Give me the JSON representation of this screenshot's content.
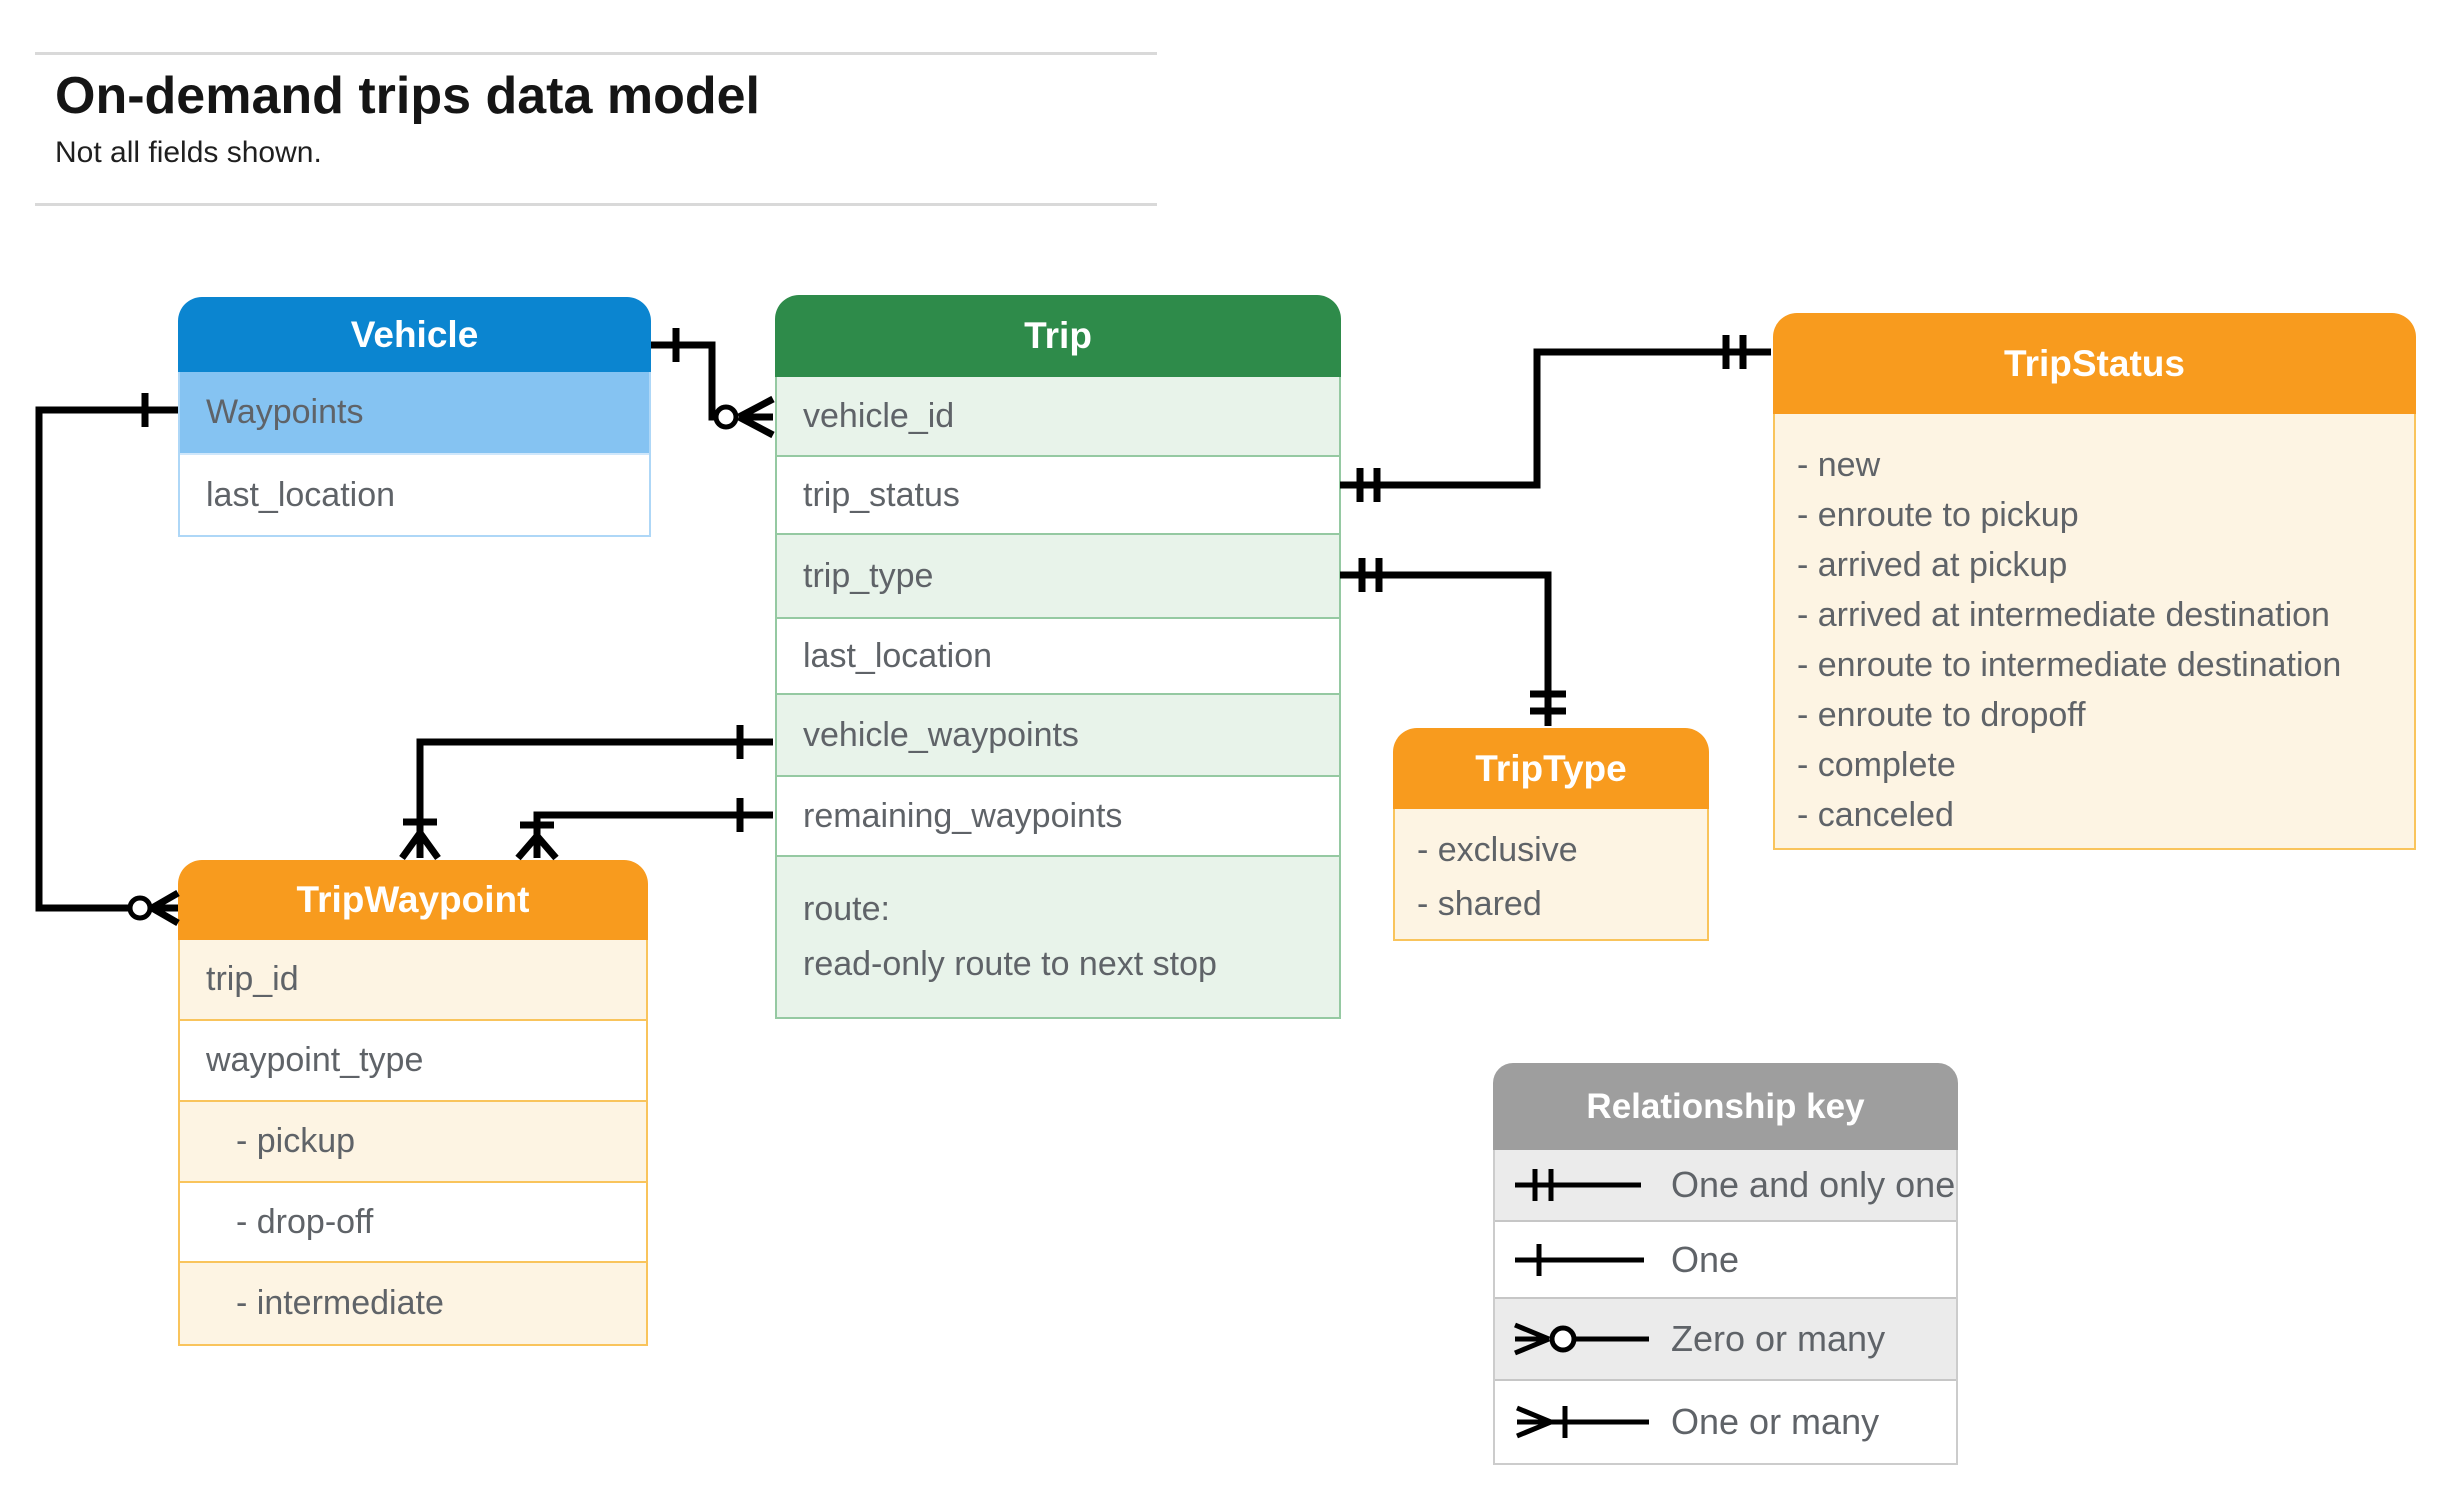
{
  "page": {
    "title": "On-demand trips data model",
    "subtitle": "Not all fields shown."
  },
  "entities": {
    "vehicle": {
      "title": "Vehicle",
      "rows": [
        {
          "label": "Waypoints"
        },
        {
          "label": "last_location"
        }
      ]
    },
    "trip": {
      "title": "Trip",
      "rows": [
        {
          "label": "vehicle_id"
        },
        {
          "label": "trip_status"
        },
        {
          "label": "trip_type"
        },
        {
          "label": "last_location"
        },
        {
          "label": "vehicle_waypoints"
        },
        {
          "label": "remaining_waypoints"
        },
        {
          "label": "route:",
          "sublabel": "read-only route to next stop"
        }
      ]
    },
    "tripStatus": {
      "title": "TripStatus",
      "values": [
        "- new",
        "- enroute to pickup",
        "- arrived at pickup",
        "- arrived at intermediate destination",
        "- enroute to intermediate destination",
        "- enroute to dropoff",
        "- complete",
        "- canceled"
      ]
    },
    "tripType": {
      "title": "TripType",
      "values": [
        "- exclusive",
        "- shared"
      ]
    },
    "tripWaypoint": {
      "title": "TripWaypoint",
      "rows": [
        {
          "label": "trip_id"
        },
        {
          "label": "waypoint_type"
        },
        {
          "label": "- pickup"
        },
        {
          "label": "- drop-off"
        },
        {
          "label": "- intermediate"
        }
      ]
    }
  },
  "legend": {
    "title": "Relationship key",
    "items": [
      {
        "symbol": "one-and-only-one",
        "label": "One and only one"
      },
      {
        "symbol": "one",
        "label": "One"
      },
      {
        "symbol": "zero-or-many",
        "label": "Zero or many"
      },
      {
        "symbol": "one-or-many",
        "label": "One or many"
      }
    ]
  },
  "relationships": [
    {
      "from": "Vehicle",
      "to": "Trip.vehicle_id",
      "from_cardinality": "One",
      "to_cardinality": "Zero or many"
    },
    {
      "from": "Trip.trip_status",
      "to": "TripStatus",
      "from_cardinality": "One and only one",
      "to_cardinality": "One and only one"
    },
    {
      "from": "Trip.trip_type",
      "to": "TripType",
      "from_cardinality": "One and only one",
      "to_cardinality": "One and only one"
    },
    {
      "from": "Trip.vehicle_waypoints",
      "to": "TripWaypoint",
      "from_cardinality": "One",
      "to_cardinality": "One or many"
    },
    {
      "from": "Trip.remaining_waypoints",
      "to": "TripWaypoint",
      "from_cardinality": "One",
      "to_cardinality": "One or many"
    },
    {
      "from": "Vehicle.Waypoints",
      "to": "TripWaypoint",
      "from_cardinality": "One",
      "to_cardinality": "Zero or many"
    }
  ],
  "colors": {
    "header_blue": "#0b85d0",
    "row_blue": "#85c3f2",
    "header_green": "#2e8b4a",
    "row_green": "#e8f3ea",
    "header_orange": "#f89b1e",
    "row_cream": "#fdf4e3",
    "header_gray": "#9e9e9e",
    "row_gray": "#ebebeb",
    "connector": "#000000"
  }
}
